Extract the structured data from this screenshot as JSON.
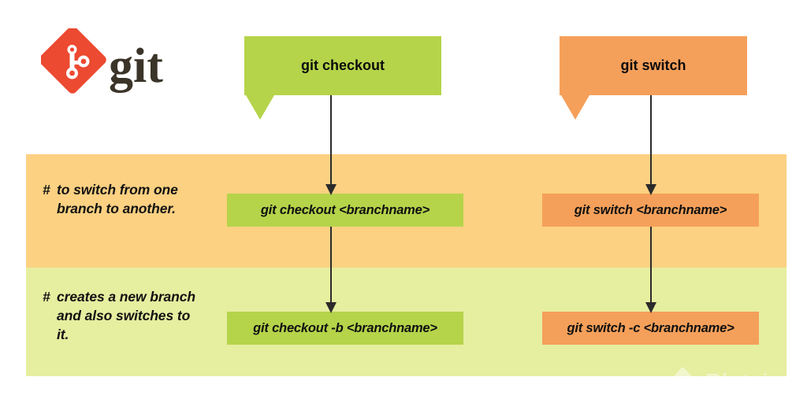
{
  "brand": {
    "logo_name": "git-logo",
    "logo_text": "git",
    "logo_diamond_color": "#ec4a31",
    "logo_text_color": "#3b3428"
  },
  "colors": {
    "green_accent": "#b5d44a",
    "orange_accent": "#f5a05a",
    "band_orange": "#fcd182",
    "band_green": "#e6eea0",
    "arrow": "#2b2b2b",
    "text": "#101010"
  },
  "bubbles": [
    {
      "name": "git-checkout",
      "label": "git checkout",
      "color": "#b5d44a"
    },
    {
      "name": "git-switch",
      "label": "git switch",
      "color": "#f5a05a"
    }
  ],
  "rows": [
    {
      "name": "switch-branch-row",
      "comment_marker": "#",
      "comment": "to switch from one branch to another.",
      "band_color": "#fcd182",
      "commands": [
        {
          "name": "checkout-branchname",
          "text": "git checkout <branchname>",
          "color": "#b5d44a"
        },
        {
          "name": "switch-branchname",
          "text": "git switch <branchname>",
          "color": "#f5a05a"
        }
      ]
    },
    {
      "name": "create-branch-row",
      "comment_marker": "#",
      "comment": "creates a new branch and also switches to it.",
      "band_color": "#e6eea0",
      "commands": [
        {
          "name": "checkout-b-branchname",
          "text": "git checkout -b <branchname>",
          "color": "#b5d44a"
        },
        {
          "name": "switch-c-branchname",
          "text": "git switch -c <branchname>",
          "color": "#f5a05a"
        }
      ]
    }
  ],
  "watermark": {
    "name": "platzi-watermark",
    "text": "Platzi"
  }
}
